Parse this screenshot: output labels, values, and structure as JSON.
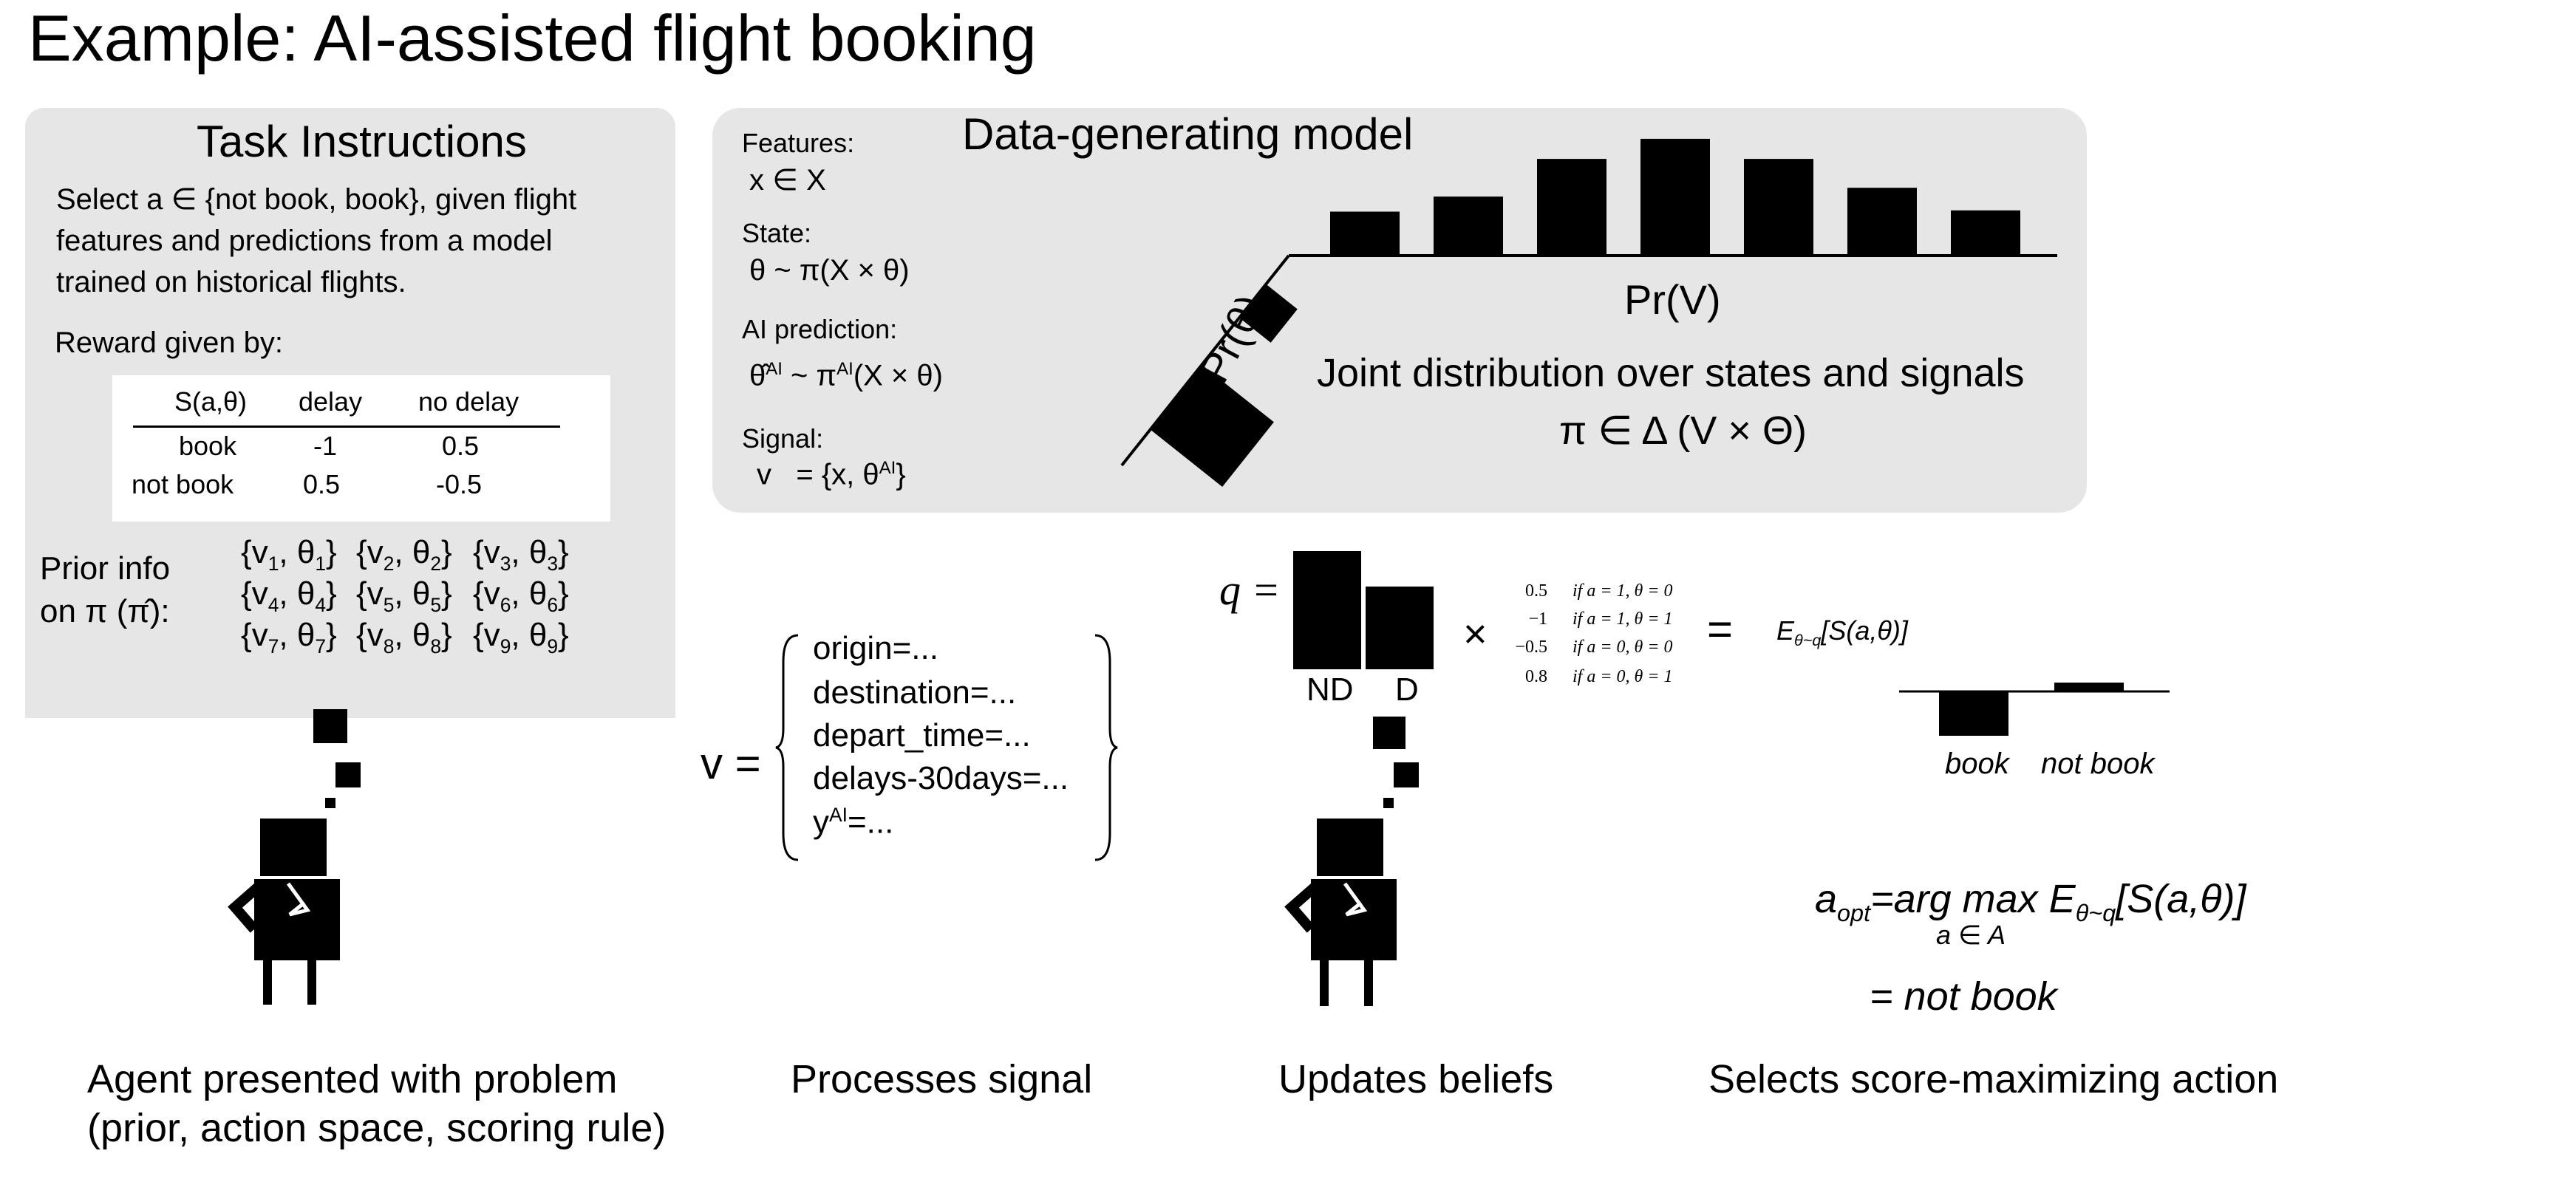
{
  "title": "Example: AI-assisted flight booking",
  "task": {
    "heading": "Task Instructions",
    "lines": [
      "Select a ∈ {not book, book}, given flight",
      "features and predictions from a model",
      "trained on historical flights."
    ],
    "reward_label": "Reward given by:",
    "reward_table": {
      "header": [
        "S(a,θ)",
        "delay",
        "no delay"
      ],
      "rows": [
        [
          "book",
          "-1",
          "0.5"
        ],
        [
          "not book",
          "0.5",
          "-0.5"
        ]
      ]
    },
    "prior_label": [
      "Prior info",
      "on π (π̂):"
    ],
    "prior_pairs": [
      [
        "{v",
        "1",
        ", θ",
        "1",
        "}"
      ],
      [
        "{v",
        "4",
        ", θ",
        "4",
        "}"
      ],
      [
        "{v",
        "7",
        ", θ",
        "7",
        "}"
      ],
      [
        "{v",
        "2",
        ", θ",
        "2",
        "}"
      ],
      [
        "{v",
        "5",
        ", θ",
        "5",
        "}"
      ],
      [
        "{v",
        "8",
        ", θ",
        "8",
        "}"
      ],
      [
        "{v",
        "3",
        ", θ",
        "3",
        "}"
      ],
      [
        "{v",
        "6",
        ", θ",
        "6",
        "}"
      ],
      [
        "{v",
        "9",
        ", θ",
        "9",
        "}"
      ]
    ]
  },
  "model": {
    "heading": "Data-generating model",
    "features_label": "Features:",
    "features_value": "x ∈ X",
    "state_label": "State:",
    "state_value": "θ ~ π(X × θ)",
    "ai_label": "AI prediction:",
    "ai_value": [
      "θ̂",
      "AI",
      " ~ π",
      "AI",
      "(X × θ)"
    ],
    "signal_label": "Signal:",
    "signal_value": [
      "v   = {x, θ",
      "AI",
      "}"
    ],
    "pr_v": "Pr(V)",
    "pr_theta": "Pr(θ)",
    "joint_line1": "Joint distribution over states and signals",
    "joint_line2": "π ∈ Δ (V × Θ)",
    "pr_v_bars": [
      0.35,
      0.47,
      0.77,
      0.93,
      0.77,
      0.54,
      0.36
    ],
    "pr_theta_bars": [
      1.0,
      0.43
    ]
  },
  "signal": {
    "lhs": "v =",
    "fields": [
      "origin=...",
      "destination=...",
      "depart_time=...",
      "delays-30days=..."
    ],
    "last_field": [
      "y",
      "AI",
      "=..."
    ]
  },
  "beliefs": {
    "lhs": "q =",
    "bar_labels": [
      "ND",
      "D"
    ],
    "bar_values": [
      1.0,
      0.7
    ],
    "times": "×",
    "equals": "=",
    "cases": [
      [
        "0.5",
        "if a = 1, θ = 0"
      ],
      [
        "−1",
        "if a = 1, θ = 1"
      ],
      [
        "−0.5",
        "if a = 0, θ = 0"
      ],
      [
        "0.8",
        "if a = 0, θ = 1"
      ]
    ],
    "expectation": [
      "E",
      "θ~q",
      "[S(a,θ)]"
    ],
    "action_labels": [
      "book",
      "not book"
    ],
    "action_values": [
      -1.0,
      0.2
    ]
  },
  "optimum": {
    "lhs": [
      "a",
      "opt",
      "=arg max E",
      "θ~q",
      "[S(a,θ)]"
    ],
    "under": "a ∈ A",
    "result": "= not book"
  },
  "captions": {
    "agent": [
      "Agent presented with problem",
      "(prior, action space, scoring rule)"
    ],
    "process": "Processes signal",
    "update": "Updates beliefs",
    "select": "Selects score-maximizing action"
  }
}
